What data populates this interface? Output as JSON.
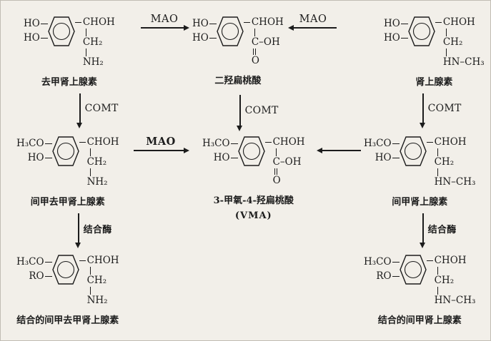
{
  "colors": {
    "ink": "#1c1c1c",
    "background": "#f2efe9"
  },
  "molecules": [
    {
      "subs": [
        "HO",
        "HO"
      ],
      "chain": [
        "CHOH",
        "CH₂",
        "NH₂"
      ],
      "label": "去甲肾上腺素"
    },
    {
      "subs": [
        "HO",
        "HO"
      ],
      "chain": [
        "CHOH",
        "C–OH",
        "O"
      ],
      "label": "二羟扁桃酸"
    },
    {
      "subs": [
        "HO",
        "HO"
      ],
      "chain": [
        "CHOH",
        "CH₂",
        "HN–CH₃"
      ],
      "label": "肾上腺素"
    },
    {
      "subs": [
        "H₃CO",
        "HO"
      ],
      "chain": [
        "CHOH",
        "CH₂",
        "NH₂"
      ],
      "label": "间甲去甲肾上腺素"
    },
    {
      "subs": [
        "H₃CO",
        "HO"
      ],
      "chain": [
        "CHOH",
        "C–OH",
        "O"
      ],
      "label": "3-甲氧-4-羟扁桃酸",
      "sublabel": "(VMA)"
    },
    {
      "subs": [
        "H₃CO",
        "HO"
      ],
      "chain": [
        "CHOH",
        "CH₂",
        "HN–CH₃"
      ],
      "label": "间甲肾上腺素"
    },
    {
      "subs": [
        "H₃CO",
        "RO"
      ],
      "chain": [
        "CHOH",
        "CH₂",
        "NH₂"
      ],
      "label": "结合的间甲去甲肾上腺素"
    },
    {
      "subs": [
        "H₃CO",
        "RO"
      ],
      "chain": [
        "CHOH",
        "CH₂",
        "HN–CH₃"
      ],
      "label": "结合的间甲肾上腺素"
    }
  ],
  "arrows": [
    {
      "id": "mao-top-left",
      "label": "MAO",
      "direction": "right"
    },
    {
      "id": "mao-top-right",
      "label": "MAO",
      "direction": "left"
    },
    {
      "id": "comt-left",
      "label": "COMT",
      "direction": "down"
    },
    {
      "id": "comt-middle",
      "label": "COMT",
      "direction": "down"
    },
    {
      "id": "comt-right",
      "label": "COMT",
      "direction": "down"
    },
    {
      "id": "mao-middle",
      "label": "MAO",
      "direction": "right"
    },
    {
      "id": "metanephrine-to-vma",
      "label": "",
      "direction": "left"
    },
    {
      "id": "conjugase-left",
      "label": "结合酶",
      "direction": "down"
    },
    {
      "id": "conjugase-right",
      "label": "结合酶",
      "direction": "down"
    }
  ]
}
